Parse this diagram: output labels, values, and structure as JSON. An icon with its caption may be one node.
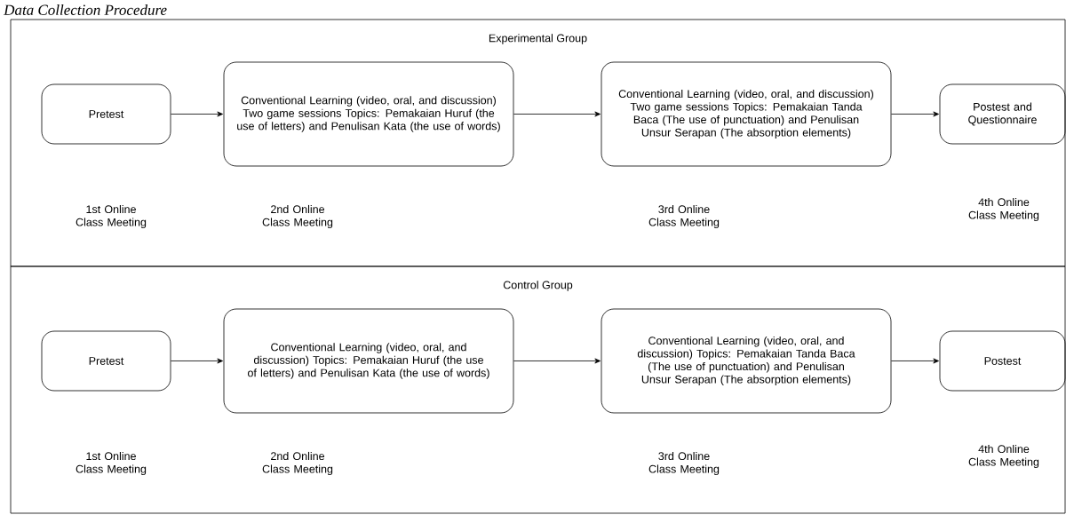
{
  "diagram": {
    "title": "Data Collection Procedure",
    "nodes": [
      {
        "text": [
          "Experimental Group"
        ]
      },
      {
        "text": [
          "Pretest"
        ],
        "in": 0
      },
      {
        "text": [
          "Conventional Learning (video, oral, and discussion) Two game sessions Topics: Pemakaian Huruf (the use of letters) and Penulisan Kata (the use of words)"
        ],
        "in": 0
      },
      {
        "text": [
          "Conventional Learning (video, oral, and discussion) Two game sessions Topics: Pemakaian Tanda Baca (The use of punctuation) and Penulisan Unsur Serapan (The absorption elements)"
        ],
        "in": 0
      },
      {
        "text": [
          "Postest and Questionnaire"
        ],
        "in": 0
      },
      {
        "text": [
          "Control Group"
        ]
      },
      {
        "text": [
          "Pretest"
        ],
        "in": 5
      },
      {
        "text": [
          "Conventional Learning (video, oral, and discussion) Topics: Pemakaian Huruf (the use of letters) and Penulisan Kata (the use of words)"
        ],
        "in": 5
      },
      {
        "text": [
          "Conventional Learning (video, oral, and discussion) Topics: Pemakaian Tanda Baca (The use of punctuation) and Penulisan Unsur Serapan (The absorption elements)"
        ],
        "in": 5
      },
      {
        "text": [
          "Postest"
        ],
        "in": 5
      }
    ],
    "edges": [
      {
        "from": 1,
        "to": 2,
        "arrow": "to"
      },
      {
        "from": 2,
        "to": 3,
        "arrow": "to"
      },
      {
        "from": 3,
        "to": 4,
        "arrow": "to"
      },
      {
        "from": 6,
        "to": 7,
        "arrow": "to"
      },
      {
        "from": 7,
        "to": 8,
        "arrow": "to"
      },
      {
        "from": 8,
        "to": 9,
        "arrow": "to"
      }
    ],
    "labels": [
      "1st Online Class Meeting",
      "2nd Online Class Meeting",
      "3rd Online Class Meeting",
      "4th Online Class Meeting",
      "1st Online Class Meeting",
      "2nd Online Class Meeting",
      "3rd Online Class Meeting",
      "4th Online Class Meeting"
    ]
  }
}
